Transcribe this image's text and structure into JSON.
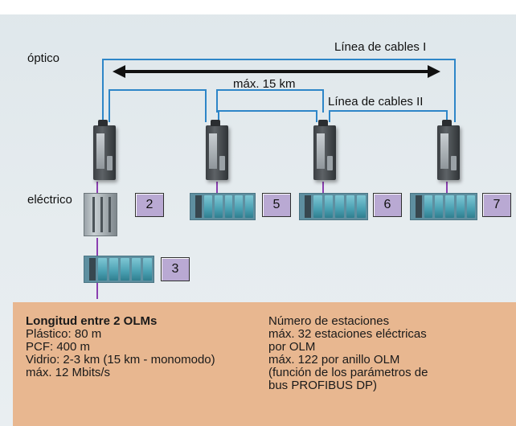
{
  "diagram": {
    "label_optical": "óptico",
    "label_electrical": "eléctrico",
    "cable_line_1": "Línea de cables I",
    "cable_line_2": "Línea de cables II",
    "distance": "máx. 15 km",
    "stations": [
      {
        "number": "2"
      },
      {
        "number": "5"
      },
      {
        "number": "6"
      },
      {
        "number": "7"
      },
      {
        "number": "3"
      }
    ],
    "colors": {
      "fiber": "#2e86c8",
      "arrow": "#111111",
      "bus": "#8a3fb0",
      "panel": "#e8b790",
      "number_box": "#b9a9d3"
    }
  },
  "info": {
    "left": {
      "title": "Longitud entre 2 OLMs",
      "lines": [
        "Plástico: 80 m",
        "PCF: 400 m",
        "Vidrio: 2-3 km (15 km - monomodo)",
        "máx. 12 Mbits/s"
      ]
    },
    "right": {
      "title": "Número de estaciones",
      "lines": [
        "máx. 32 estaciones eléctricas",
        "por OLM",
        "máx. 122 por anillo OLM",
        "(función de los parámetros de",
        "bus PROFIBUS DP)"
      ]
    }
  }
}
